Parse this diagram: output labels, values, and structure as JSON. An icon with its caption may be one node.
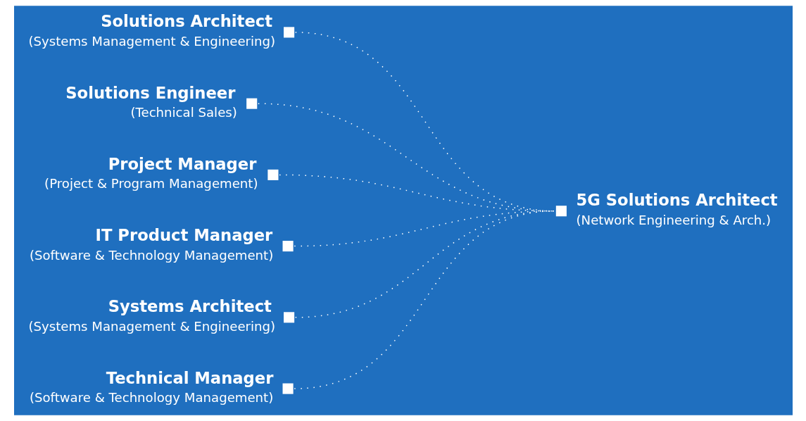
{
  "diagram": {
    "nodes": [
      {
        "text": [
          "Solutions Architect",
          "(Systems Management & Engineering)"
        ]
      },
      {
        "text": [
          "Solutions Engineer",
          "(Technical Sales)"
        ]
      },
      {
        "text": [
          "Project Manager",
          "(Project & Program Management)"
        ]
      },
      {
        "text": [
          "IT Product Manager",
          "(Software & Technology Management)"
        ]
      },
      {
        "text": [
          "Systems Architect",
          "(Systems Management & Engineering)"
        ]
      },
      {
        "text": [
          "Technical Manager",
          "(Software & Technology Management)"
        ]
      },
      {
        "text": [
          "5G Solutions Architect",
          "(Network Engineering & Arch.)"
        ]
      }
    ],
    "edges": [
      {
        "from": 0,
        "to": 6,
        "arrow": "none"
      },
      {
        "from": 1,
        "to": 6,
        "arrow": "none"
      },
      {
        "from": 2,
        "to": 6,
        "arrow": "none"
      },
      {
        "from": 3,
        "to": 6,
        "arrow": "none"
      },
      {
        "from": 4,
        "to": 6,
        "arrow": "none"
      },
      {
        "from": 5,
        "to": 6,
        "arrow": "none"
      }
    ]
  }
}
